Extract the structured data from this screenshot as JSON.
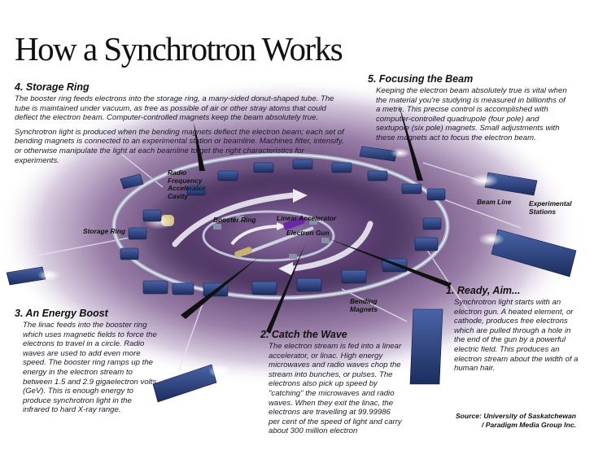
{
  "title": "How a Synchrotron Works",
  "sections": {
    "storage_ring": {
      "heading": "4. Storage Ring",
      "p1": "The booster ring feeds electrons into the storage ring, a many-sided donut-shaped tube. The tube is maintained under vacuum, as free as possible of air or other stray atoms that could deflect the electron beam. Computer-controlled magnets keep the beam absolutely true.",
      "p2": "Synchrotron light is produced when the bending magnets deflect the electron beam; each set of bending magnets is connected to an experimental station or beamline. Machines filter, intensify, or otherwise manipulate the light at each beamline to get the right characteristics for experiments."
    },
    "focusing": {
      "heading": "5. Focusing the Beam",
      "p1": "Keeping the electron beam absolutely true is vital when the material you're studying is measured in billionths of a metre. This precise control is accomplished with computer-controlled quadrupole (four pole) and sextupole (six pole) magnets. Small adjustments with these magnets act to focus the electron beam."
    },
    "energy_boost": {
      "heading": "3. An Energy Boost",
      "p1": "The linac feeds into the booster ring which uses magnetic fields to force the electrons to travel in a circle. Radio waves are used to add even more speed. The booster ring ramps up the energy in the electron stream to between 1.5 and 2.9 gigaelectron volts (GeV). This is enough energy to produce synchrotron light in the infrared to hard X-ray range."
    },
    "catch_wave": {
      "heading": "2. Catch the Wave",
      "p1": "The electron stream is fed into a linear accelerator, or linac. High energy microwaves and radio waves chop the stream into bunches, or pulses. The electrons also pick up speed by \"catching\" the microwaves and radio waves. When they exit the linac, the electrons are travelling at 99.99986 per cent of the speed of light and carry about 300 million electron"
    },
    "ready_aim": {
      "heading": "1. Ready, Aim...",
      "p1": "Synchrotron light starts with an electron gun. A heated element, or cathode, produces free electrons which are pulled through a hole in the end of the gun by a powerful electric field. This produces an electron stream about the width of a human hair."
    }
  },
  "labels": {
    "rf_cavity": "Radio Frequency Accelerator Cavity",
    "booster_ring": "Booster Ring",
    "linear_accelerator": "Linear Accelerator",
    "electron_gun": "Electron Gun",
    "storage_ring": "Storage Ring",
    "beam_line": "Beam Line",
    "experimental_stations": "Experimental Stations",
    "bending_magnets": "Bending Magnets"
  },
  "source": "Source: University of Saskatchewan / Paradigm Media Group Inc.",
  "colors": {
    "halo": "#7a5a8c",
    "halo_core": "#3a2a4e",
    "magnet": "#2f4a8c",
    "magnet_dark": "#1c2d5e",
    "tube": "#c8ccd8",
    "gun": "#6a2aa8",
    "arrow": "#e8e6ee"
  }
}
